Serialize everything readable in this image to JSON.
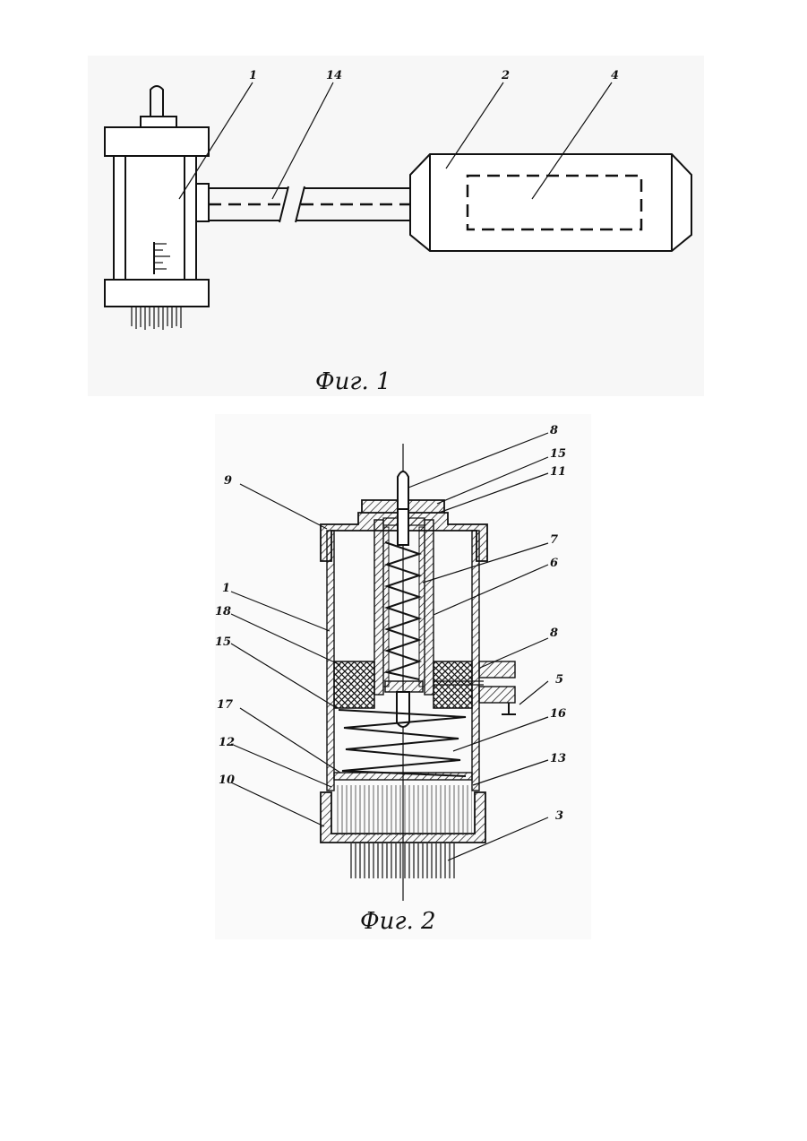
{
  "figure1": {
    "caption": "Фиг. 1",
    "labels": {
      "unit": "1",
      "cable": "14",
      "block": "2",
      "inner": "4"
    }
  },
  "figure2": {
    "caption": "Фиг. 2",
    "labels": {
      "l8top": "8",
      "l15top": "15",
      "l11": "11",
      "l9": "9",
      "l7": "7",
      "l6": "6",
      "l1": "1",
      "l18": "18",
      "l15mid": "15",
      "l8mid": "8",
      "l5": "5",
      "l17": "17",
      "l16": "16",
      "l12": "12",
      "l13": "13",
      "l10": "10",
      "l3": "3"
    }
  }
}
